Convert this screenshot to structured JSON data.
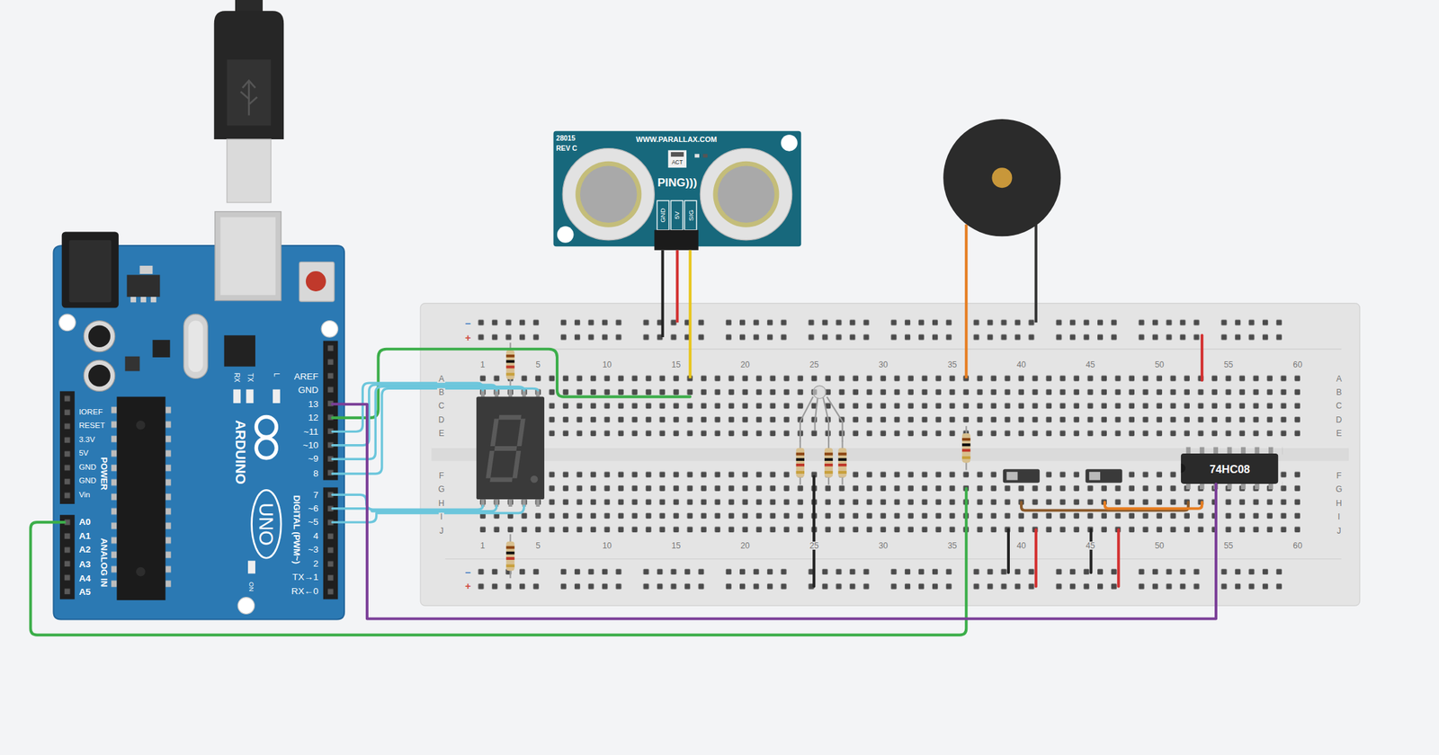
{
  "diagram": {
    "nodes": [
      {
        "text": [
          "AREF",
          "GND",
          "13",
          "12",
          "~11",
          "~10",
          "~9",
          "8",
          "7",
          "~6",
          "~5",
          "4",
          "~3",
          "2",
          "TX→1",
          "RX←0",
          "DIGITAL (PWM~)",
          "ARDUINO",
          "UNO",
          "ON",
          "RX",
          "TX",
          "L",
          "IOREF",
          "RESET",
          "3.3V",
          "5V",
          "GND",
          "GND",
          "Vin",
          "POWER",
          "A0",
          "A1",
          "A2",
          "A3",
          "A4",
          "A5",
          "ANALOG IN"
        ]
      },
      {
        "text": [
          "28015",
          "REV C",
          "WWW.PARALLAX.COM",
          "ACT",
          "PING)))",
          "GND",
          "5V",
          "SIG"
        ]
      },
      {
        "text": [
          "74HC08"
        ]
      }
    ],
    "edges": [
      {
        "from": 0,
        "to": 2,
        "arrow": "none"
      }
    ],
    "labels": [
      "1",
      "5",
      "10",
      "15",
      "20",
      "25",
      "30",
      "35",
      "40",
      "45",
      "50",
      "55",
      "60",
      "1",
      "5",
      "10",
      "15",
      "20",
      "25",
      "30",
      "35",
      "40",
      "45",
      "50",
      "55",
      "60",
      "A",
      "B",
      "C",
      "D",
      "E",
      "F",
      "G",
      "H",
      "I",
      "J",
      "A",
      "B",
      "C",
      "D",
      "E",
      "F",
      "G",
      "H",
      "I",
      "J",
      "−",
      "+",
      "−",
      "+"
    ]
  }
}
